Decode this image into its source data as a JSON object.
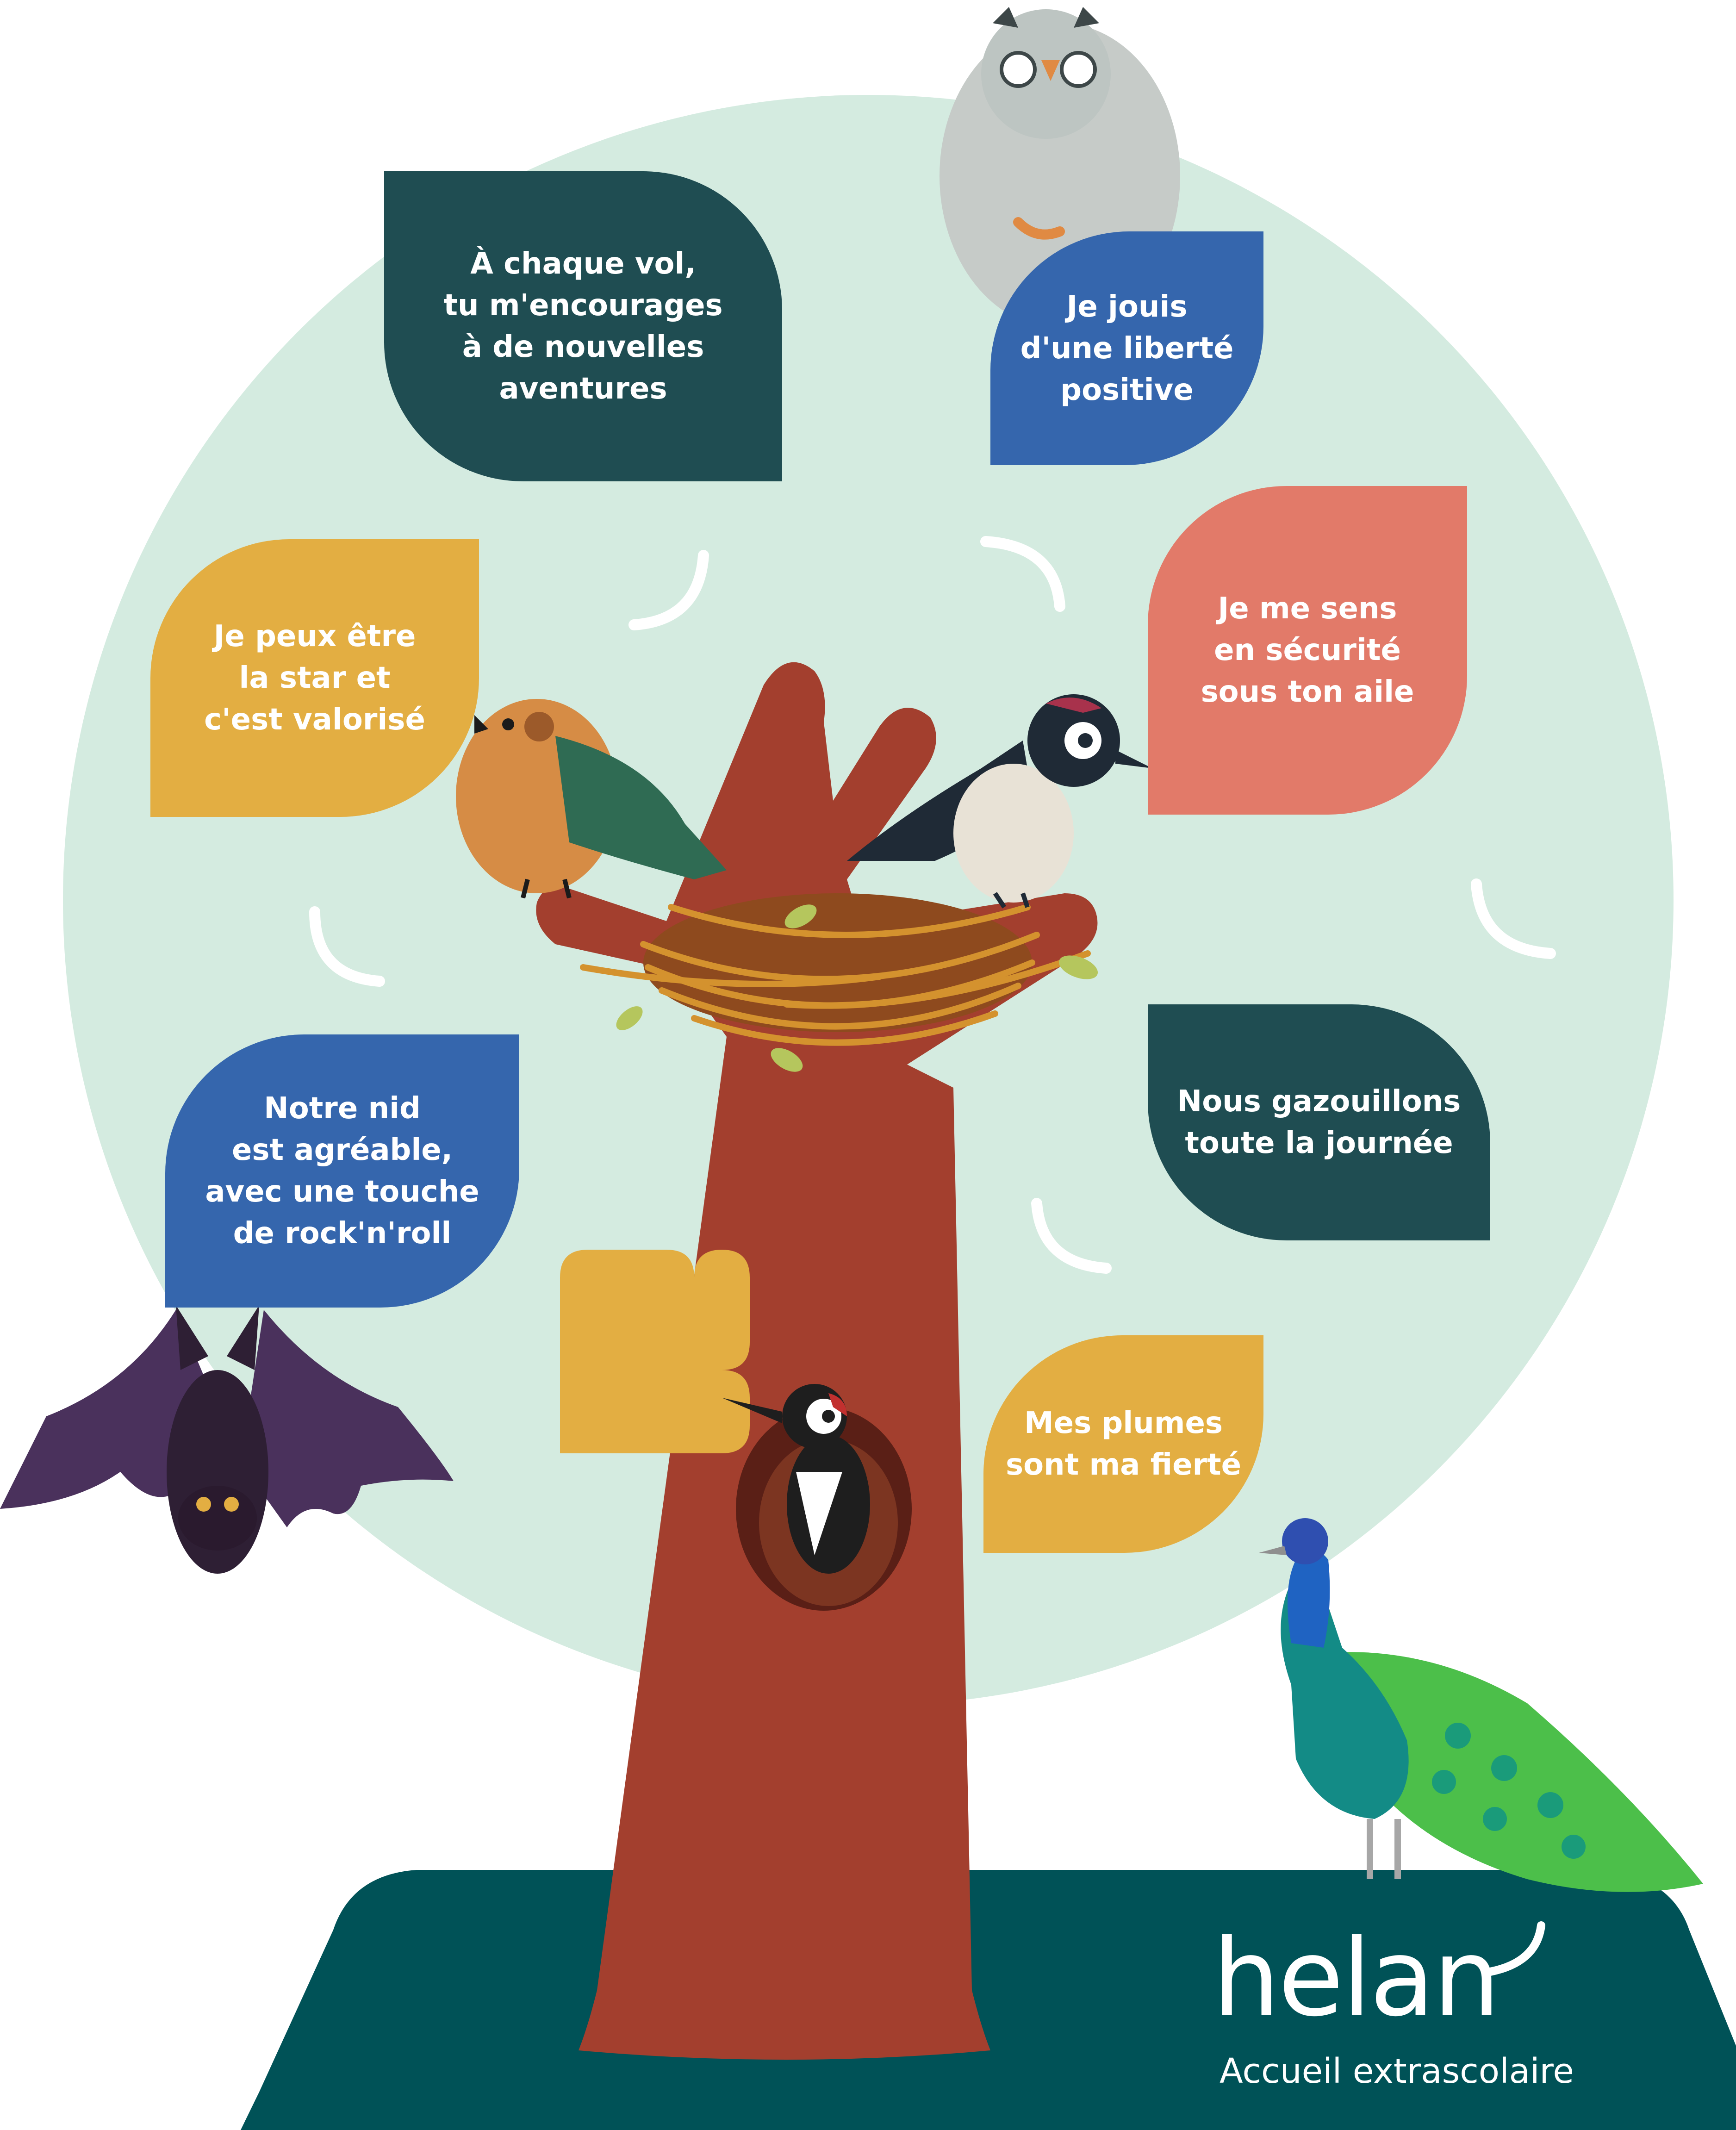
{
  "colors": {
    "circle": "#d4ebe0",
    "ground": "#005257",
    "trunk": "#a33f2e",
    "dark_teal": "#1f4d52",
    "blue": "#3566ad",
    "coral": "#e27a69",
    "mustard": "#e3ae42",
    "white": "#ffffff"
  },
  "leaves": [
    {
      "lines": [
        "À chaque vol,",
        "tu m'encourages",
        "à de nouvelles",
        "aventures"
      ]
    },
    {
      "lines": [
        "Je jouis",
        "d'une liberté",
        "positive"
      ]
    },
    {
      "lines": [
        "Je me sens",
        "en sécurité",
        "sous ton aile"
      ]
    },
    {
      "lines": [
        "Je peux être",
        "la star et",
        "c'est valorisé"
      ]
    },
    {
      "lines": [
        "Nous gazouillons",
        "toute la journée"
      ]
    },
    {
      "lines": [
        "Notre nid",
        "est agréable,",
        "avec une touche",
        "de rock'n'roll"
      ]
    },
    {
      "lines": [
        "Mes plumes",
        "sont ma fierté"
      ]
    }
  ],
  "brand": {
    "logo": "helan",
    "tagline": "Accueil extrascolaire"
  },
  "illustrations": [
    "owl-icon",
    "sparrow-icon",
    "woodpecker-icon",
    "nest-icon",
    "bat-icon",
    "peacock-icon",
    "heart-icon",
    "tree-hole-icon"
  ]
}
